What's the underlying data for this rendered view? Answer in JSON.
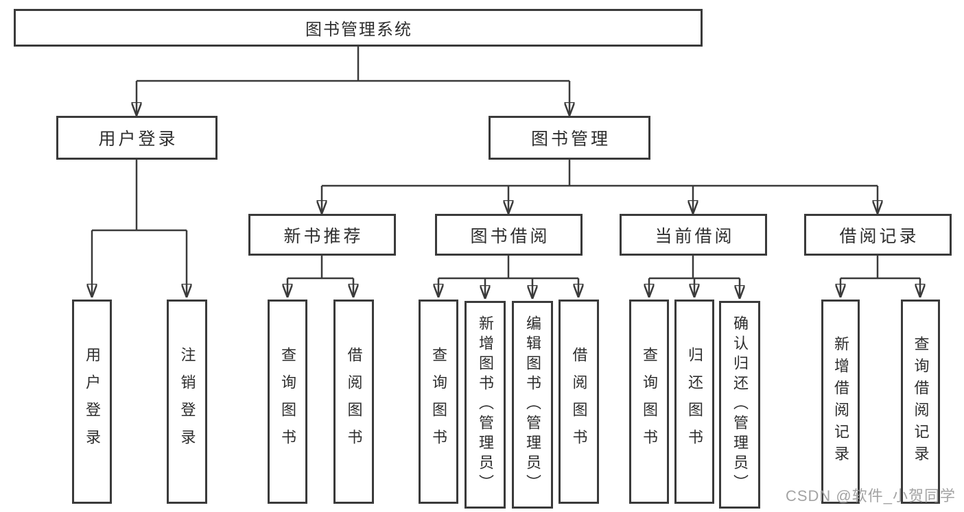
{
  "meta": {
    "background_color": "#ffffff",
    "line_color": "#3a3a3a",
    "text_color": "#2e2e2e",
    "watermark_color": "#9e9e9e"
  },
  "diagram": {
    "root": {
      "label": "图书管理系统"
    },
    "branches": [
      {
        "label": "用户登录",
        "leaves": [
          {
            "label": "用户登录"
          },
          {
            "label": "注销登录"
          }
        ]
      },
      {
        "label": "图书管理",
        "groups": [
          {
            "label": "新书推荐",
            "leaves": [
              {
                "label": "查询图书"
              },
              {
                "label": "借阅图书"
              }
            ]
          },
          {
            "label": "图书借阅",
            "leaves": [
              {
                "label": "查询图书"
              },
              {
                "label": "新增图书（管理员）"
              },
              {
                "label": "编辑图书（管理员）"
              },
              {
                "label": "借阅图书"
              }
            ]
          },
          {
            "label": "当前借阅",
            "leaves": [
              {
                "label": "查询图书"
              },
              {
                "label": "归还图书"
              },
              {
                "label": "确认归还（管理员）"
              }
            ]
          },
          {
            "label": "借阅记录",
            "leaves": [
              {
                "label": "新增借阅记录"
              },
              {
                "label": "查询借阅记录"
              }
            ]
          }
        ]
      }
    ]
  },
  "watermark": {
    "text": "CSDN @软件_小贺同学"
  }
}
